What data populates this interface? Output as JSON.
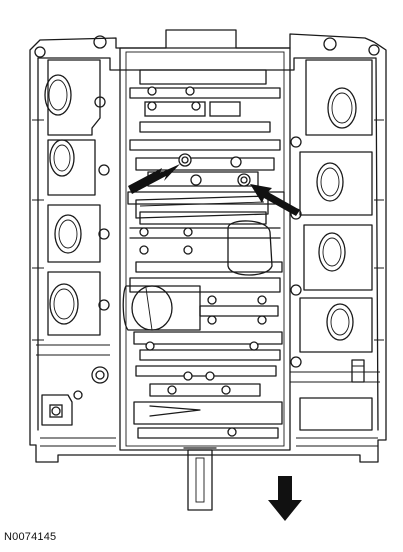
{
  "figure": {
    "reference_code": "N0074145",
    "colors": {
      "line": "#1a1a1a",
      "arrow": "#111111",
      "background": "#ffffff"
    },
    "callouts": [
      {
        "name": "arrow-left-bolt",
        "points_to": "main-bearing-cap-bolt"
      },
      {
        "name": "arrow-right-bolt",
        "points_to": "main-bearing-cap-bolt"
      },
      {
        "name": "direction-arrow",
        "direction": "down"
      }
    ]
  }
}
